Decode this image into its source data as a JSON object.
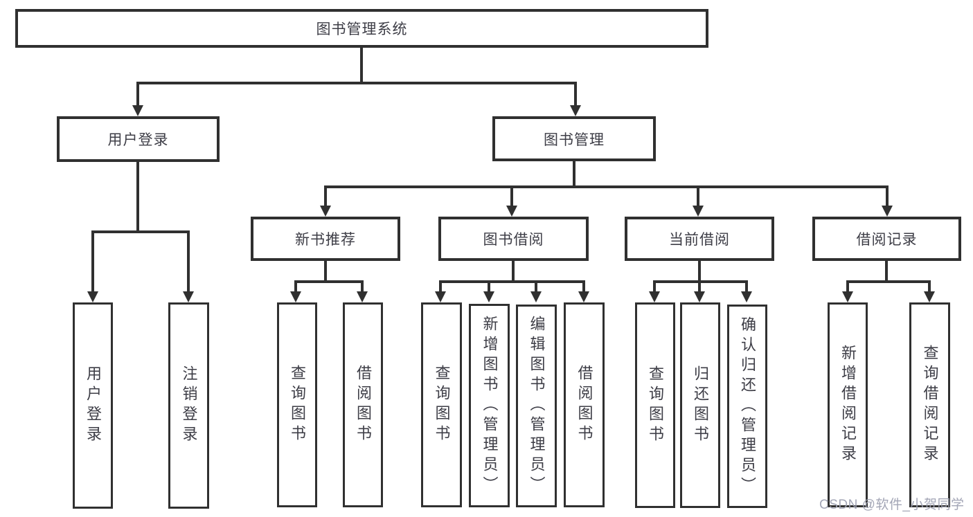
{
  "diagram": {
    "title_note": "library management system functional structure diagram",
    "root": {
      "label": "图书管理系统"
    },
    "login_branch": {
      "label": "用户登录",
      "children": [
        {
          "label": "用户登录"
        },
        {
          "label": "注销登录"
        }
      ]
    },
    "mgmt_branch": {
      "label": "图书管理",
      "groups": [
        {
          "label": "新书推荐",
          "children": [
            {
              "label": "查询图书"
            },
            {
              "label": "借阅图书"
            }
          ]
        },
        {
          "label": "图书借阅",
          "children": [
            {
              "label": "查询图书"
            },
            {
              "label": "新增图书（管理员）"
            },
            {
              "label": "编辑图书（管理员）"
            },
            {
              "label": "借阅图书"
            }
          ]
        },
        {
          "label": "当前借阅",
          "children": [
            {
              "label": "查询图书"
            },
            {
              "label": "归还图书"
            },
            {
              "label": "确认归还（管理员）"
            }
          ]
        },
        {
          "label": "借阅记录",
          "children": [
            {
              "label": "新增借阅记录"
            },
            {
              "label": "查询借阅记录"
            }
          ]
        }
      ]
    }
  },
  "watermark": {
    "text": "CSDN @软件_小贺同学"
  },
  "colors": {
    "line": "#303030",
    "text": "#3d3d46",
    "background": "#ffffff",
    "watermark": "#9ea1b2"
  }
}
